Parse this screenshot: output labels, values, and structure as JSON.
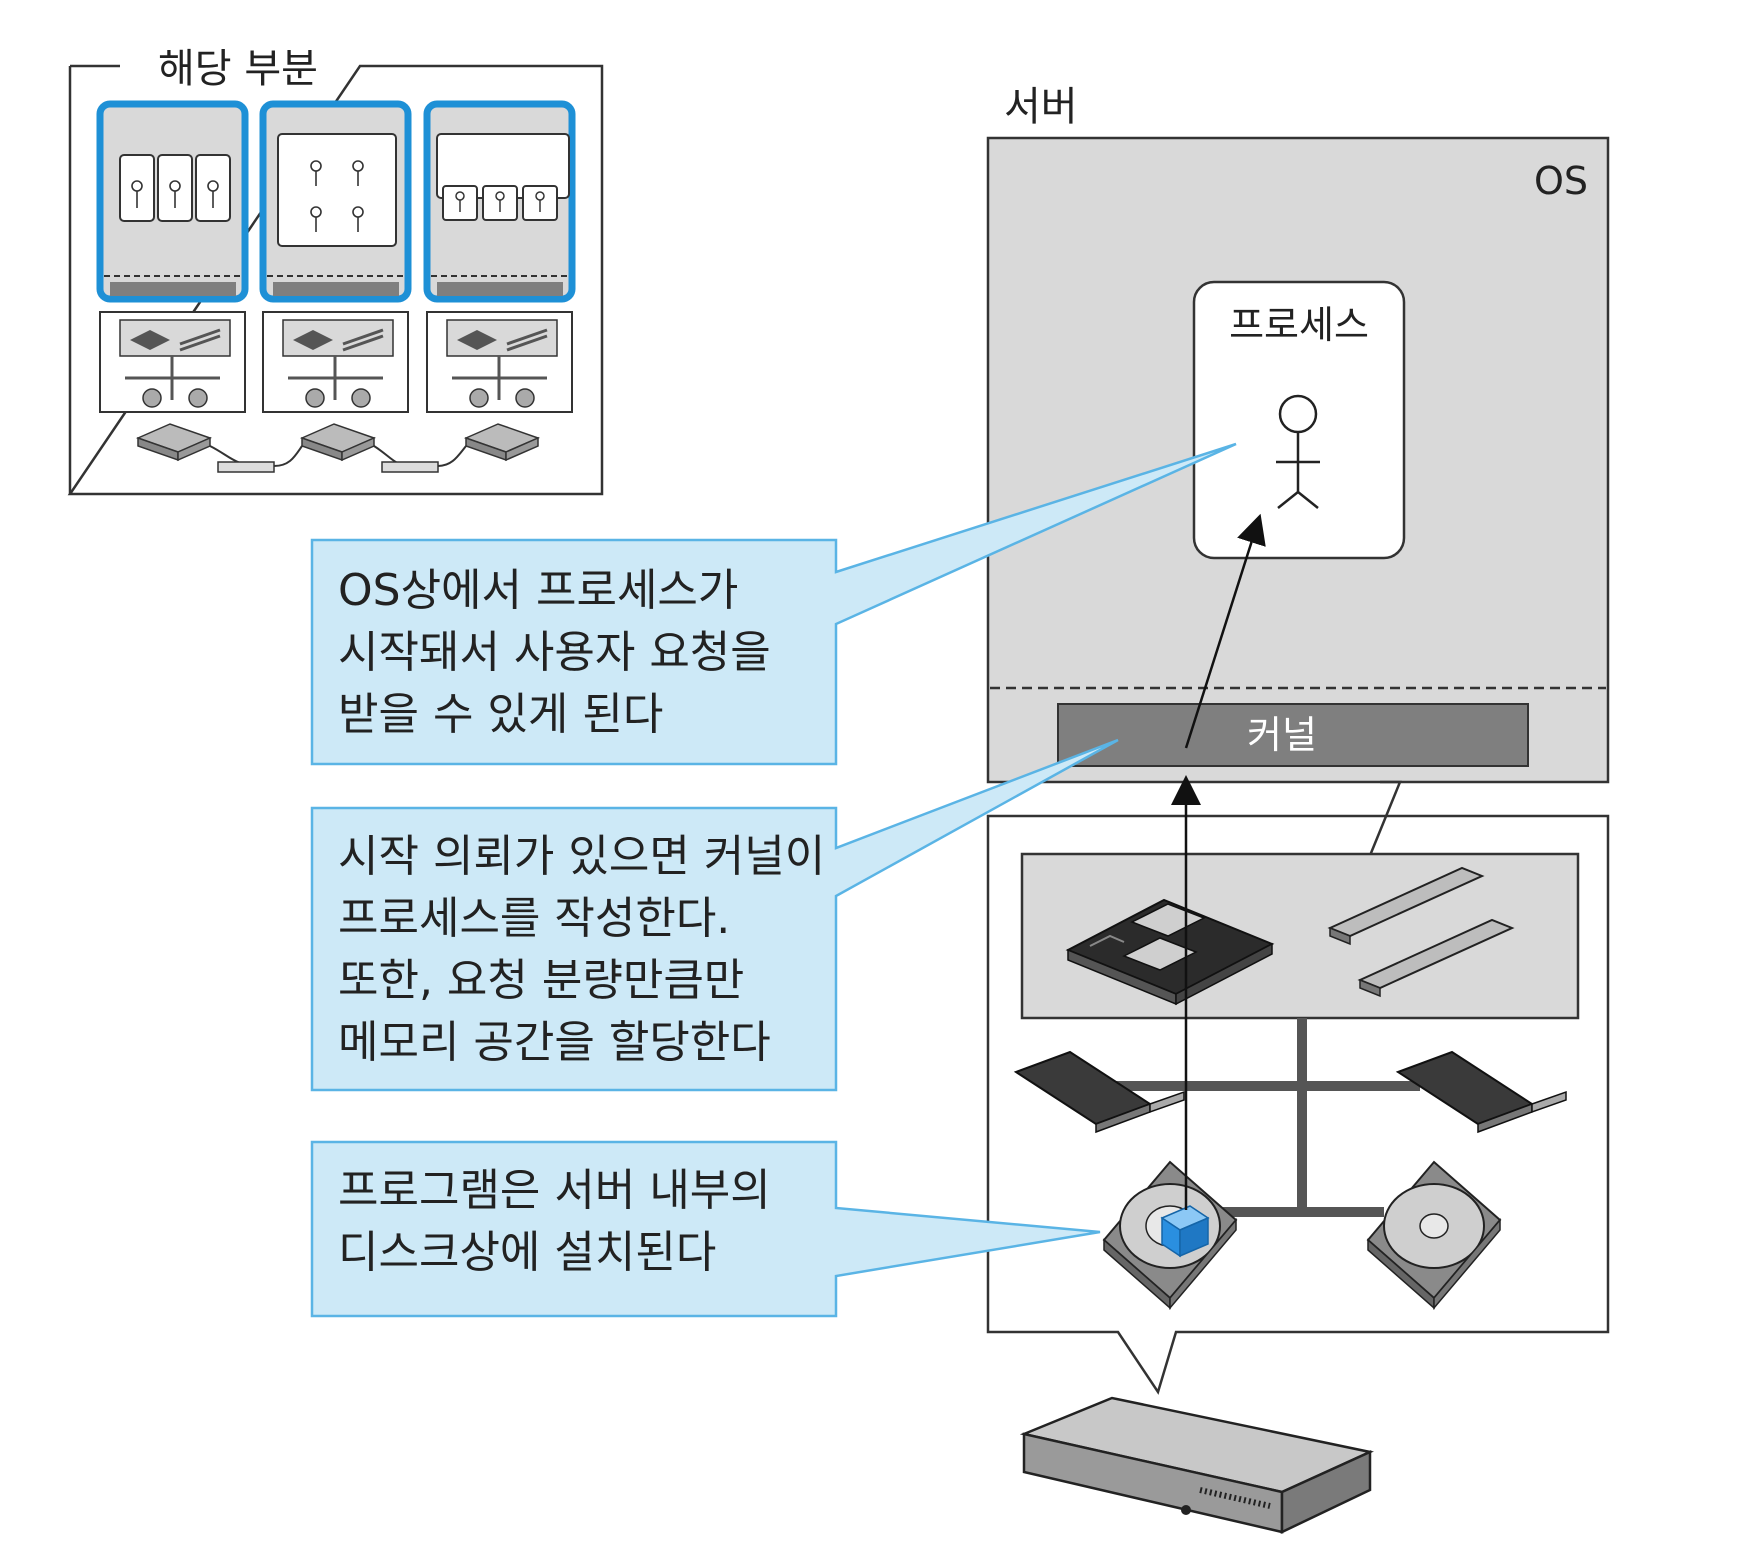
{
  "legend": {
    "title": "해당 부분"
  },
  "server": {
    "label": "서버",
    "os_label": "OS",
    "process_label": "프로세스",
    "kernel_label": "커널"
  },
  "callouts": [
    {
      "text": "OS상에서 프로세스가\n시작돼서 사용자 요청을\n받을 수 있게 된다"
    },
    {
      "text": "시작 의뢰가 있으면 커널이\n프로세스를 작성한다.\n또한, 요청 분량만큼만\n메모리 공간을 할당한다"
    },
    {
      "text": "프로그램은 서버 내부의\n디스크상에 설치된다"
    }
  ],
  "colors": {
    "os_gray": "#d9d9d9",
    "kernel_gray": "#7f7f7f",
    "callout_blue": "#cde9f7",
    "callout_border": "#5ab4e5",
    "highlight_blue": "#1e90d6",
    "program_block": "#2a8fe0"
  }
}
